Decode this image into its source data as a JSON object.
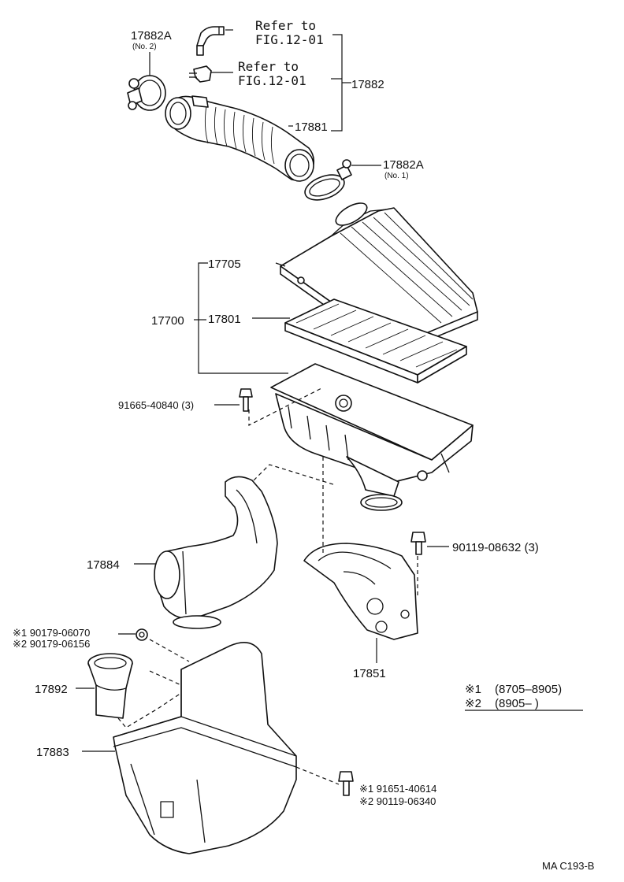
{
  "labels": {
    "refer1_line1": "Refer to",
    "refer1_line2": "FIG.12-01",
    "refer2_line1": "Refer to",
    "refer2_line2": "FIG.12-01",
    "p17882": "17882",
    "p17881": "17881",
    "p17882A_no2": "17882A",
    "p17882A_no2_sub": "(No. 2)",
    "p17882A_no1": "17882A",
    "p17882A_no1_sub": "(No. 1)",
    "p17705": "17705",
    "p17700": "17700",
    "p17801": "17801",
    "p91665": "91665-40840 (3)",
    "p90119_08632": "90119-08632 (3)",
    "p17884": "17884",
    "p90179_06070": "※1 90179-06070",
    "p90179_06156": "※2 90179-06156",
    "p17892": "17892",
    "p17851": "17851",
    "p17883": "17883",
    "p91651": "※1 91651-40614",
    "p90119_06340": "※2 90119-06340",
    "legend1_mark": "※1",
    "legend1_range": "(8705–8905)",
    "legend2_mark": "※2",
    "legend2_range": "(8905–        )",
    "footer_code": "MA C193-B"
  }
}
